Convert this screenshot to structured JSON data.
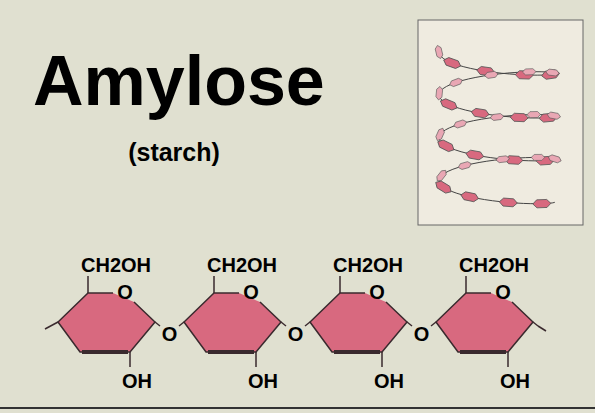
{
  "diagram": {
    "title": "Amylose",
    "labels": [
      "(starch)",
      "CH2OH",
      "CH2OH",
      "CH2OH",
      "CH2OH",
      "O",
      "O",
      "O",
      "O",
      "O",
      "O",
      "O",
      "OH",
      "OH",
      "OH",
      "OH"
    ]
  }
}
